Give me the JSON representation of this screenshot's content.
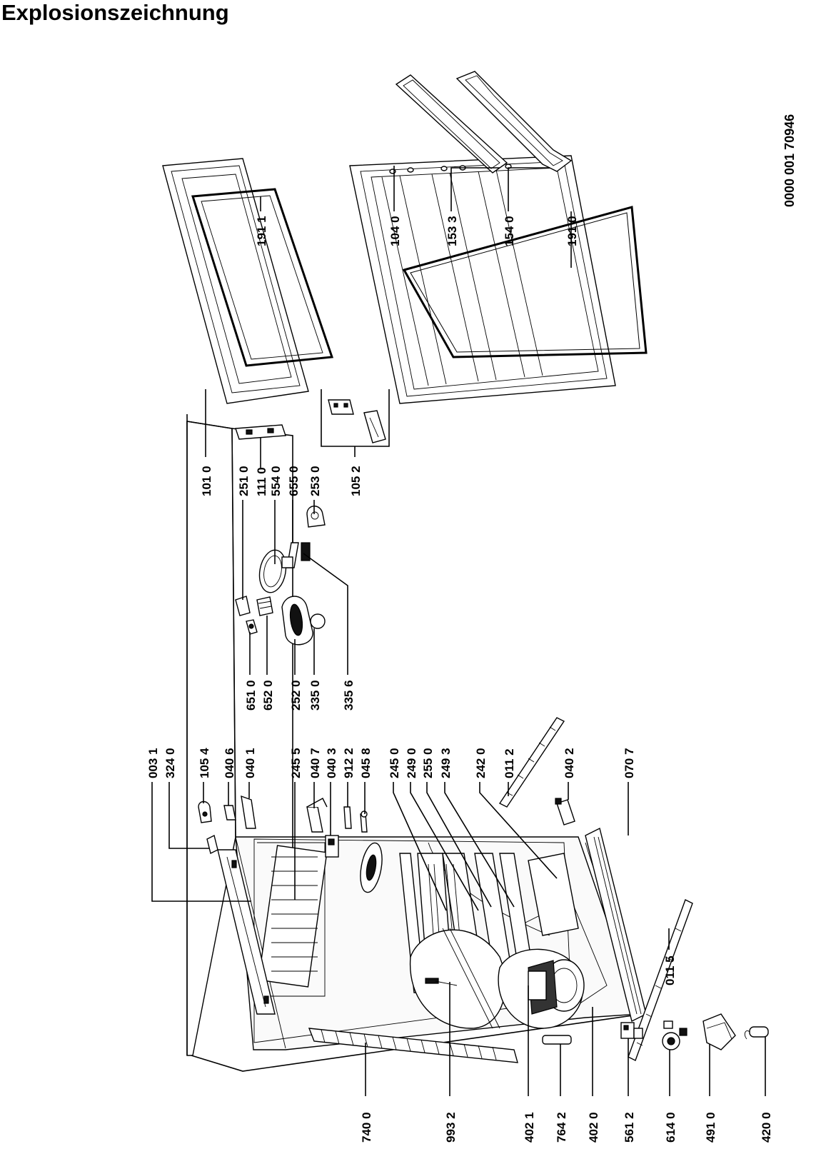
{
  "title": "Explosionszeichnung",
  "document_id": "0000 001 70946",
  "labels": {
    "p0031": "003 1",
    "p3240": "324 0",
    "p1054": "105 4",
    "p0406": "040 6",
    "p0401": "040 1",
    "p2455": "245 5",
    "p0407": "040 7",
    "p0403": "040 3",
    "p9122": "912 2",
    "p0458": "045 8",
    "p2450": "245 0",
    "p2490": "249 0",
    "p2550": "255 0",
    "p2493": "249 3",
    "p2420": "242 0",
    "p0112": "011 2",
    "p0402": "040 2",
    "p0707": "070 7",
    "p6510": "651 0",
    "p6520": "652 0",
    "p2520": "252 0",
    "p3350": "335 0",
    "p3356": "335 6",
    "p1010": "101 0",
    "p2510": "251 0",
    "p1110": "111 0",
    "p5540": "554 0",
    "p6550": "655 0",
    "p2530": "253 0",
    "p1052": "105 2",
    "p1911": "191 1",
    "p1040": "104 0",
    "p1533": "153 3",
    "p1540": "154 0",
    "p1910": "191 0",
    "p7400": "740 0",
    "p9932": "993 2",
    "p4021": "402 1",
    "p7642": "764 2",
    "p4020": "402 0",
    "p5612": "561 2",
    "p6140": "614 0",
    "p4910": "491 0",
    "p4200": "420 0",
    "p0115": "011 5"
  }
}
